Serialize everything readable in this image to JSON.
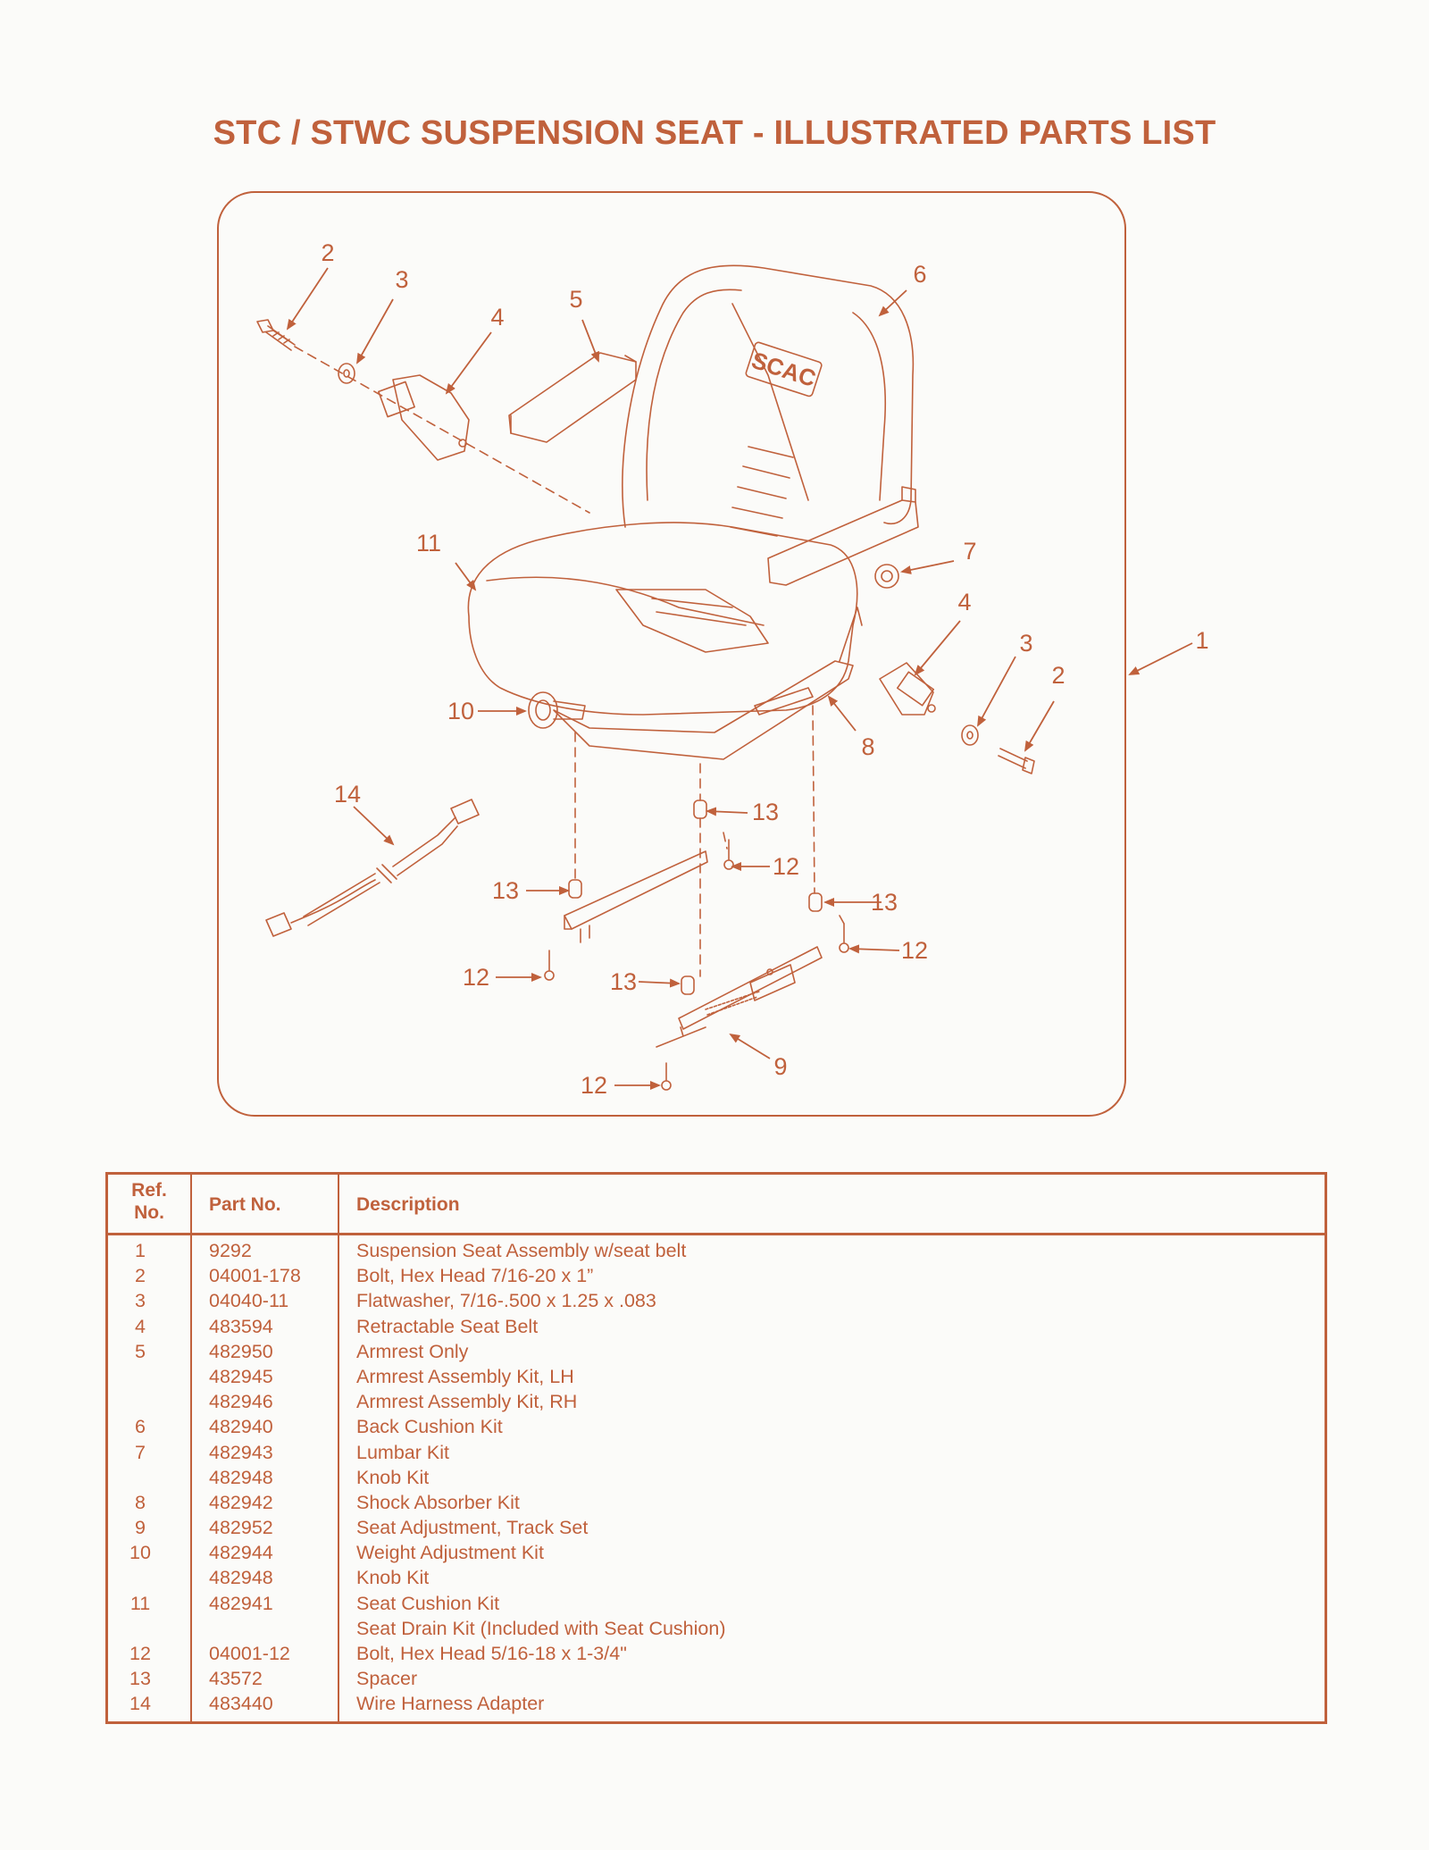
{
  "title": "STC / STWC SUSPENSION SEAT - ILLUSTRATED PARTS LIST",
  "diagram": {
    "logo_text": "SCAC",
    "callouts": [
      "1",
      "2",
      "3",
      "4",
      "5",
      "6",
      "7",
      "8",
      "9",
      "10",
      "11",
      "12",
      "13",
      "14"
    ],
    "accent_color": "#c0613c"
  },
  "table": {
    "headers": {
      "ref": "Ref. No.",
      "ref_line1": "Ref.",
      "ref_line2": "No.",
      "part": "Part No.",
      "desc": "Description"
    },
    "rows": [
      {
        "ref": "1",
        "part": "9292",
        "desc": "Suspension Seat Assembly w/seat belt"
      },
      {
        "ref": "2",
        "part": "04001-178",
        "desc": "Bolt, Hex Head 7/16-20 x 1”"
      },
      {
        "ref": "3",
        "part": "04040-11",
        "desc": "Flatwasher, 7/16-.500 x 1.25 x .083"
      },
      {
        "ref": "4",
        "part": "483594",
        "desc": "Retractable Seat Belt"
      },
      {
        "ref": "5",
        "part": "482950",
        "desc": "Armrest Only"
      },
      {
        "ref": "",
        "part": "482945",
        "desc": "Armrest Assembly Kit, LH"
      },
      {
        "ref": "",
        "part": "482946",
        "desc": "Armrest Assembly Kit, RH"
      },
      {
        "ref": "6",
        "part": "482940",
        "desc": "Back Cushion Kit"
      },
      {
        "ref": "7",
        "part": "482943",
        "desc": "Lumbar Kit"
      },
      {
        "ref": "",
        "part": "482948",
        "desc": "Knob Kit"
      },
      {
        "ref": "8",
        "part": "482942",
        "desc": "Shock Absorber Kit"
      },
      {
        "ref": "9",
        "part": "482952",
        "desc": "Seat Adjustment, Track Set"
      },
      {
        "ref": "10",
        "part": "482944",
        "desc": "Weight Adjustment Kit"
      },
      {
        "ref": "",
        "part": "482948",
        "desc": "Knob Kit"
      },
      {
        "ref": "11",
        "part": "482941",
        "desc": "Seat Cushion Kit"
      },
      {
        "ref": "",
        "part": "",
        "desc": "Seat Drain Kit (Included with Seat Cushion)"
      },
      {
        "ref": "12",
        "part": "04001-12",
        "desc": "Bolt, Hex Head 5/16-18 x 1-3/4\""
      },
      {
        "ref": "13",
        "part": "43572",
        "desc": "Spacer"
      },
      {
        "ref": "14",
        "part": "483440",
        "desc": "Wire Harness Adapter"
      }
    ]
  }
}
